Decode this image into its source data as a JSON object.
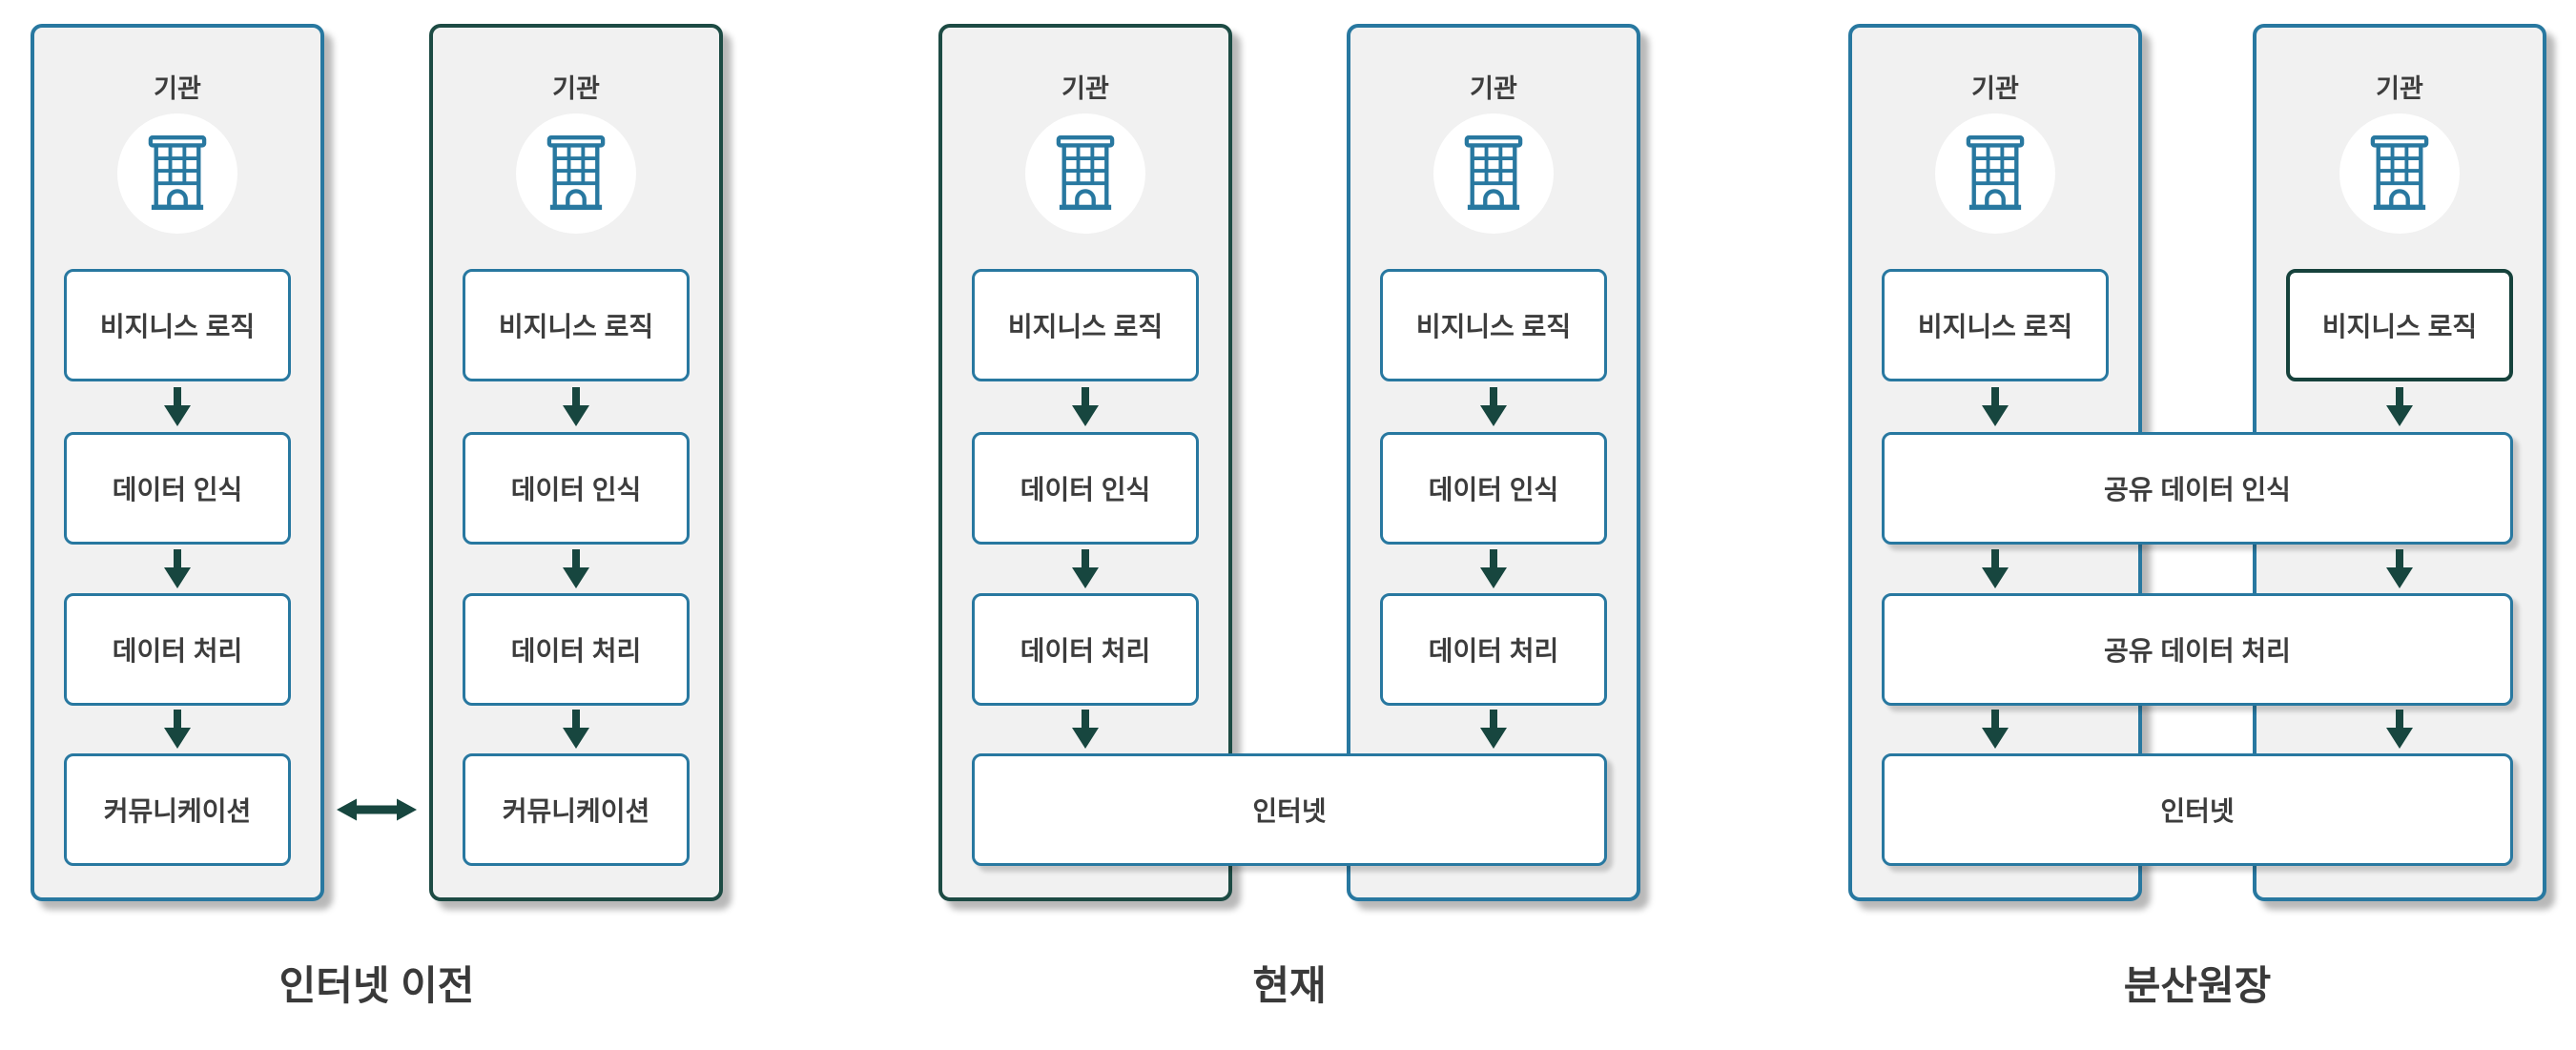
{
  "colors": {
    "teal": "#2878a0",
    "dark": "#1d4b44",
    "arrow": "#17463f",
    "highlight": "#16423c",
    "panel_bg": "#f1f1f1",
    "box_bg": "#ffffff",
    "text": "#3d3d3d"
  },
  "groups": [
    {
      "caption": "인터넷 이전",
      "connector": "double-arrow",
      "panels": [
        {
          "title": "기관",
          "border": "teal",
          "boxes": [
            {
              "label": "비지니스 로직"
            },
            {
              "label": "데이터 인식"
            },
            {
              "label": "데이터 처리"
            },
            {
              "label": "커뮤니케이션"
            }
          ]
        },
        {
          "title": "기관",
          "border": "dark",
          "boxes": [
            {
              "label": "비지니스 로직"
            },
            {
              "label": "데이터 인식"
            },
            {
              "label": "데이터 처리"
            },
            {
              "label": "커뮤니케이션"
            }
          ]
        }
      ],
      "shared": []
    },
    {
      "caption": "현재",
      "connector": "none",
      "panels": [
        {
          "title": "기관",
          "border": "dark",
          "boxes": [
            {
              "label": "비지니스 로직"
            },
            {
              "label": "데이터 인식"
            },
            {
              "label": "데이터 처리"
            }
          ]
        },
        {
          "title": "기관",
          "border": "teal",
          "boxes": [
            {
              "label": "비지니스 로직"
            },
            {
              "label": "데이터 인식"
            },
            {
              "label": "데이터 처리"
            }
          ]
        }
      ],
      "shared": [
        {
          "label": "인터넷",
          "row": 3
        }
      ]
    },
    {
      "caption": "분산원장",
      "connector": "none",
      "panels": [
        {
          "title": "기관",
          "border": "teal",
          "boxes": [
            {
              "label": "비지니스 로직"
            }
          ]
        },
        {
          "title": "기관",
          "border": "teal",
          "boxes": [
            {
              "label": "비지니스 로직",
              "highlight": true
            }
          ]
        }
      ],
      "shared": [
        {
          "label": "공유 데이터 인식",
          "row": 1
        },
        {
          "label": "공유 데이터 처리",
          "row": 2
        },
        {
          "label": "인터넷",
          "row": 3
        }
      ]
    }
  ]
}
